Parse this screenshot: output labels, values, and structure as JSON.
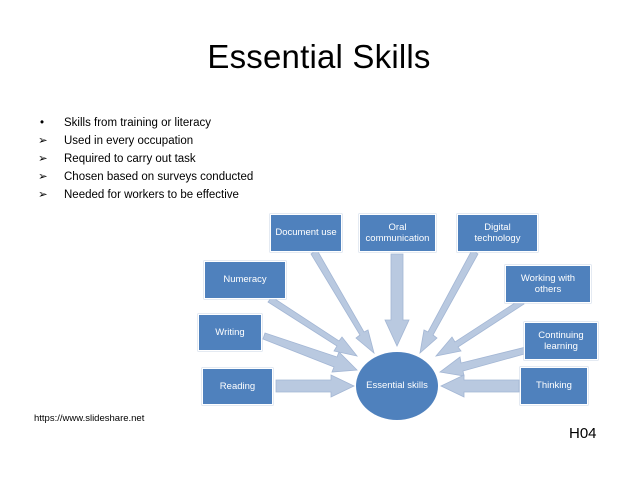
{
  "slide": {
    "title": "Essential Skills",
    "bullets": [
      {
        "marker": "•",
        "text": "Skills from training or literacy"
      },
      {
        "marker": "➢",
        "text": "Used in every occupation"
      },
      {
        "marker": "➢",
        "text": " Required to carry out task"
      },
      {
        "marker": "➢",
        "text": " Chosen based on surveys conducted"
      },
      {
        "marker": "➢",
        "text": " Needed for workers to be effective"
      }
    ],
    "source": "https://www.slideshare.net",
    "code": "H04"
  },
  "diagram": {
    "center": "Essential skills",
    "nodes": [
      {
        "id": "reading",
        "label": "Reading"
      },
      {
        "id": "writing",
        "label": "Writing"
      },
      {
        "id": "numeracy",
        "label": "Numeracy"
      },
      {
        "id": "document-use",
        "label": "Document use"
      },
      {
        "id": "oral-communication",
        "label": "Oral communication"
      },
      {
        "id": "digital-technology",
        "label": "Digital technology"
      },
      {
        "id": "working-with-others",
        "label": "Working with others"
      },
      {
        "id": "continuing-learning",
        "label": "Continuing learning"
      },
      {
        "id": "thinking",
        "label": "Thinking"
      }
    ],
    "colors": {
      "node": "#4f81bd",
      "arrow": "#b9c9e0",
      "arrow_stroke": "#a3b6d4"
    }
  }
}
